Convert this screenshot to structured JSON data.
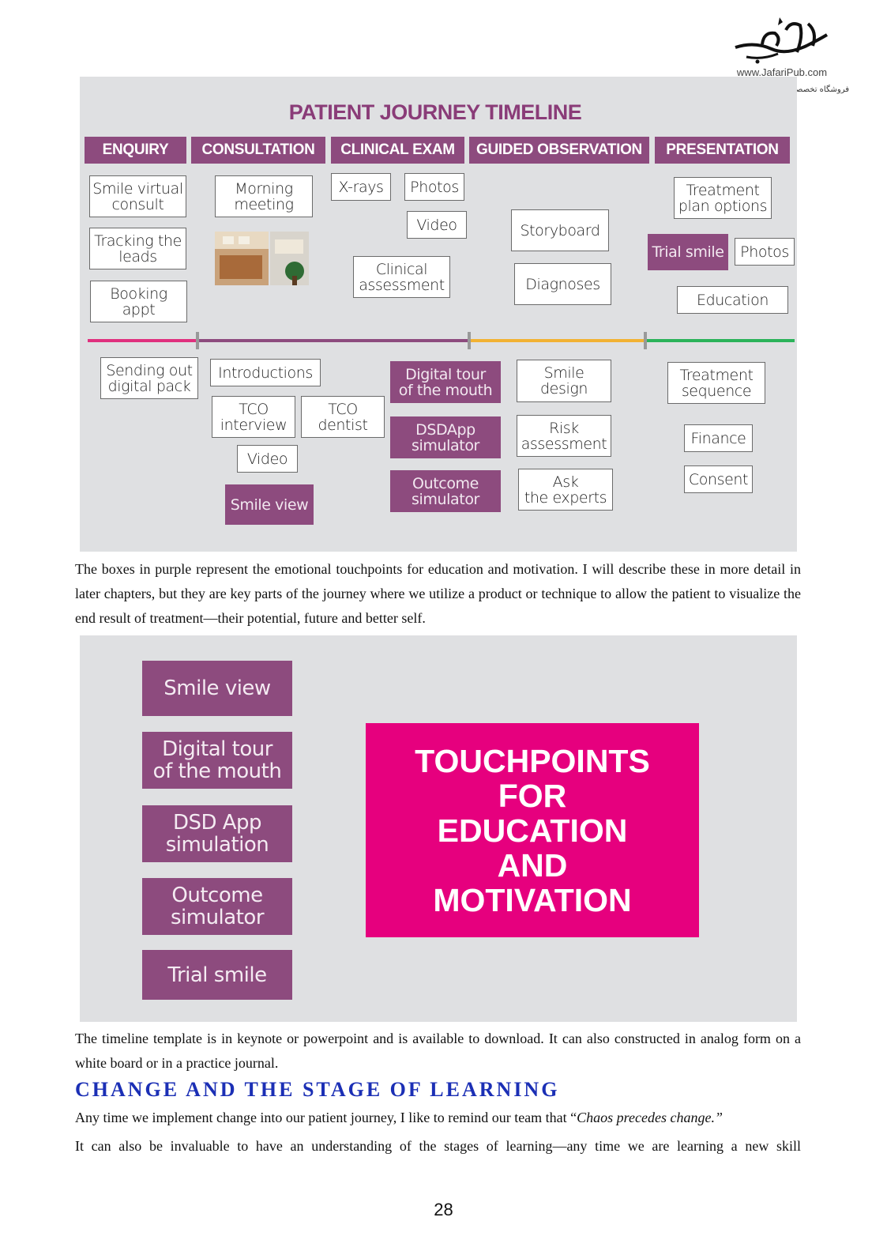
{
  "logo": {
    "url": "www.JafariPub.com",
    "tagline": "فروشگاه تخصصی پزشکی جعفری نوین"
  },
  "figure1": {
    "title": "PATIENT JOURNEY TIMELINE",
    "phases": [
      "ENQUIRY",
      "CONSULTATION",
      "CLINICAL EXAM",
      "GUIDED OBSERVATION",
      "PRESENTATION"
    ],
    "above": {
      "smile_virtual_consult": "Smile virtual\nconsult",
      "tracking_leads": "Tracking the\nleads",
      "booking_appt": "Booking\nappt",
      "morning_meeting": "Morning\nmeeting",
      "xrays": "X-rays",
      "photos_exam": "Photos",
      "video_exam": "Video",
      "clinical_assessment": "Clinical\nassessment",
      "storyboard": "Storyboard",
      "diagnoses": "Diagnoses",
      "treatment_plan_options": "Treatment\nplan options",
      "trial_smile": "Trial smile",
      "photos_presentation": "Photos",
      "education": "Education"
    },
    "below": {
      "sending_out_digital_pack": "Sending out\ndigital pack",
      "introductions": "Introductions",
      "tco_interview": "TCO\ninterview",
      "tco_dentist": "TCO\ndentist",
      "video_consult": "Video",
      "smile_view": "Smile view",
      "digital_tour": "Digital tour\nof the mouth",
      "dsdapp_simulator": "DSDApp\nsimulator",
      "outcome_simulator": "Outcome\nsimulator",
      "smile_design": "Smile\ndesign",
      "risk_assessment": "Risk\nassessment",
      "ask_the_experts": "Ask\nthe experts",
      "treatment_sequence": "Treatment\nsequence",
      "finance": "Finance",
      "consent": "Consent"
    },
    "colors": {
      "purple": "#8d4b7e",
      "timeline_pink": "#e0307e",
      "timeline_purple": "#8d4b7e",
      "timeline_yellow": "#f2b233",
      "timeline_green": "#2bb35a"
    }
  },
  "paragraph1": "The boxes in purple represent the emotional touchpoints for education and motivation. I will describe these in more detail in later chapters, but they are key parts of the journey where we utilize a product or technique to allow the patient to visualize the end result of treatment—their potential, future and better self.",
  "figure2": {
    "touchpoints": [
      "Smile view",
      "Digital tour\nof the mouth",
      "DSD App\nsimulation",
      "Outcome\nsimulator",
      "Trial smile"
    ],
    "big_label": "TOUCHPOINTS\nFOR\nEDUCATION\nAND\nMOTIVATION",
    "colors": {
      "magenta": "#e6007e",
      "purple": "#8d4b7e"
    }
  },
  "paragraph2": "The timeline template is in keynote or powerpoint and is available to download. It can also constructed in analog form on a white board or in a practice journal.",
  "heading": "CHANGE AND THE STAGE OF LEARNING",
  "paragraph3_start": "Any time we implement change into our patient journey, I like to remind our team that “",
  "paragraph3_quote": "Chaos precedes change.”",
  "paragraph4": "It can also be invaluable to have an understanding of the stages of learning—any time we are learning a new skill",
  "page_number": "28"
}
